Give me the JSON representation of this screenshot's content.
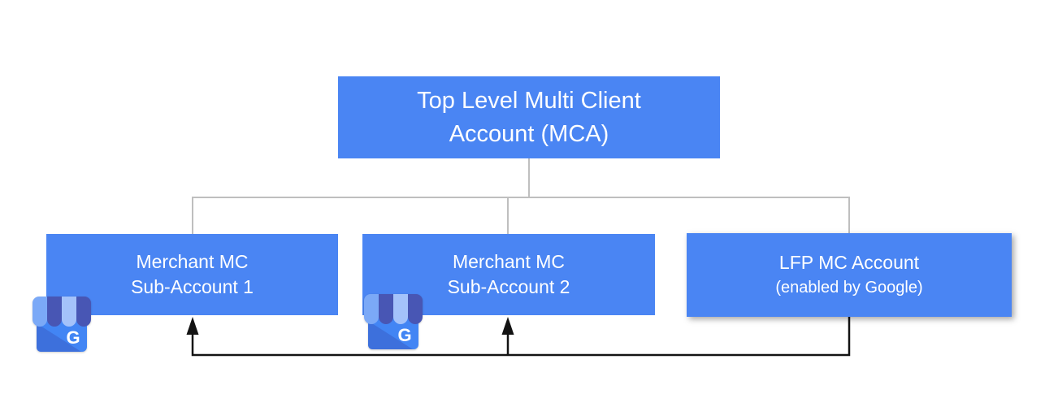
{
  "colors": {
    "box_fill": "#4A85F3",
    "box_text": "#ffffff",
    "connector_gray": "#BFBFBF",
    "arrow_black": "#131313",
    "icon_body": "#4285F4",
    "icon_fold": "#3D70DC",
    "icon_awning_light": "#7BA9F7",
    "icon_awning_lighter": "#A4C2FA",
    "icon_awning_dark": "#4856B4"
  },
  "nodes": {
    "mca": {
      "line1": "Top Level Multi Client",
      "line2": "Account (MCA)"
    },
    "sub1": {
      "line1": "Merchant MC",
      "line2": "Sub-Account 1"
    },
    "sub2": {
      "line1": "Merchant MC",
      "line2": "Sub-Account 2"
    },
    "lfp": {
      "line1": "LFP MC Account",
      "line2": "(enabled by Google)"
    }
  },
  "icons": {
    "business_profile_letter": "G"
  }
}
